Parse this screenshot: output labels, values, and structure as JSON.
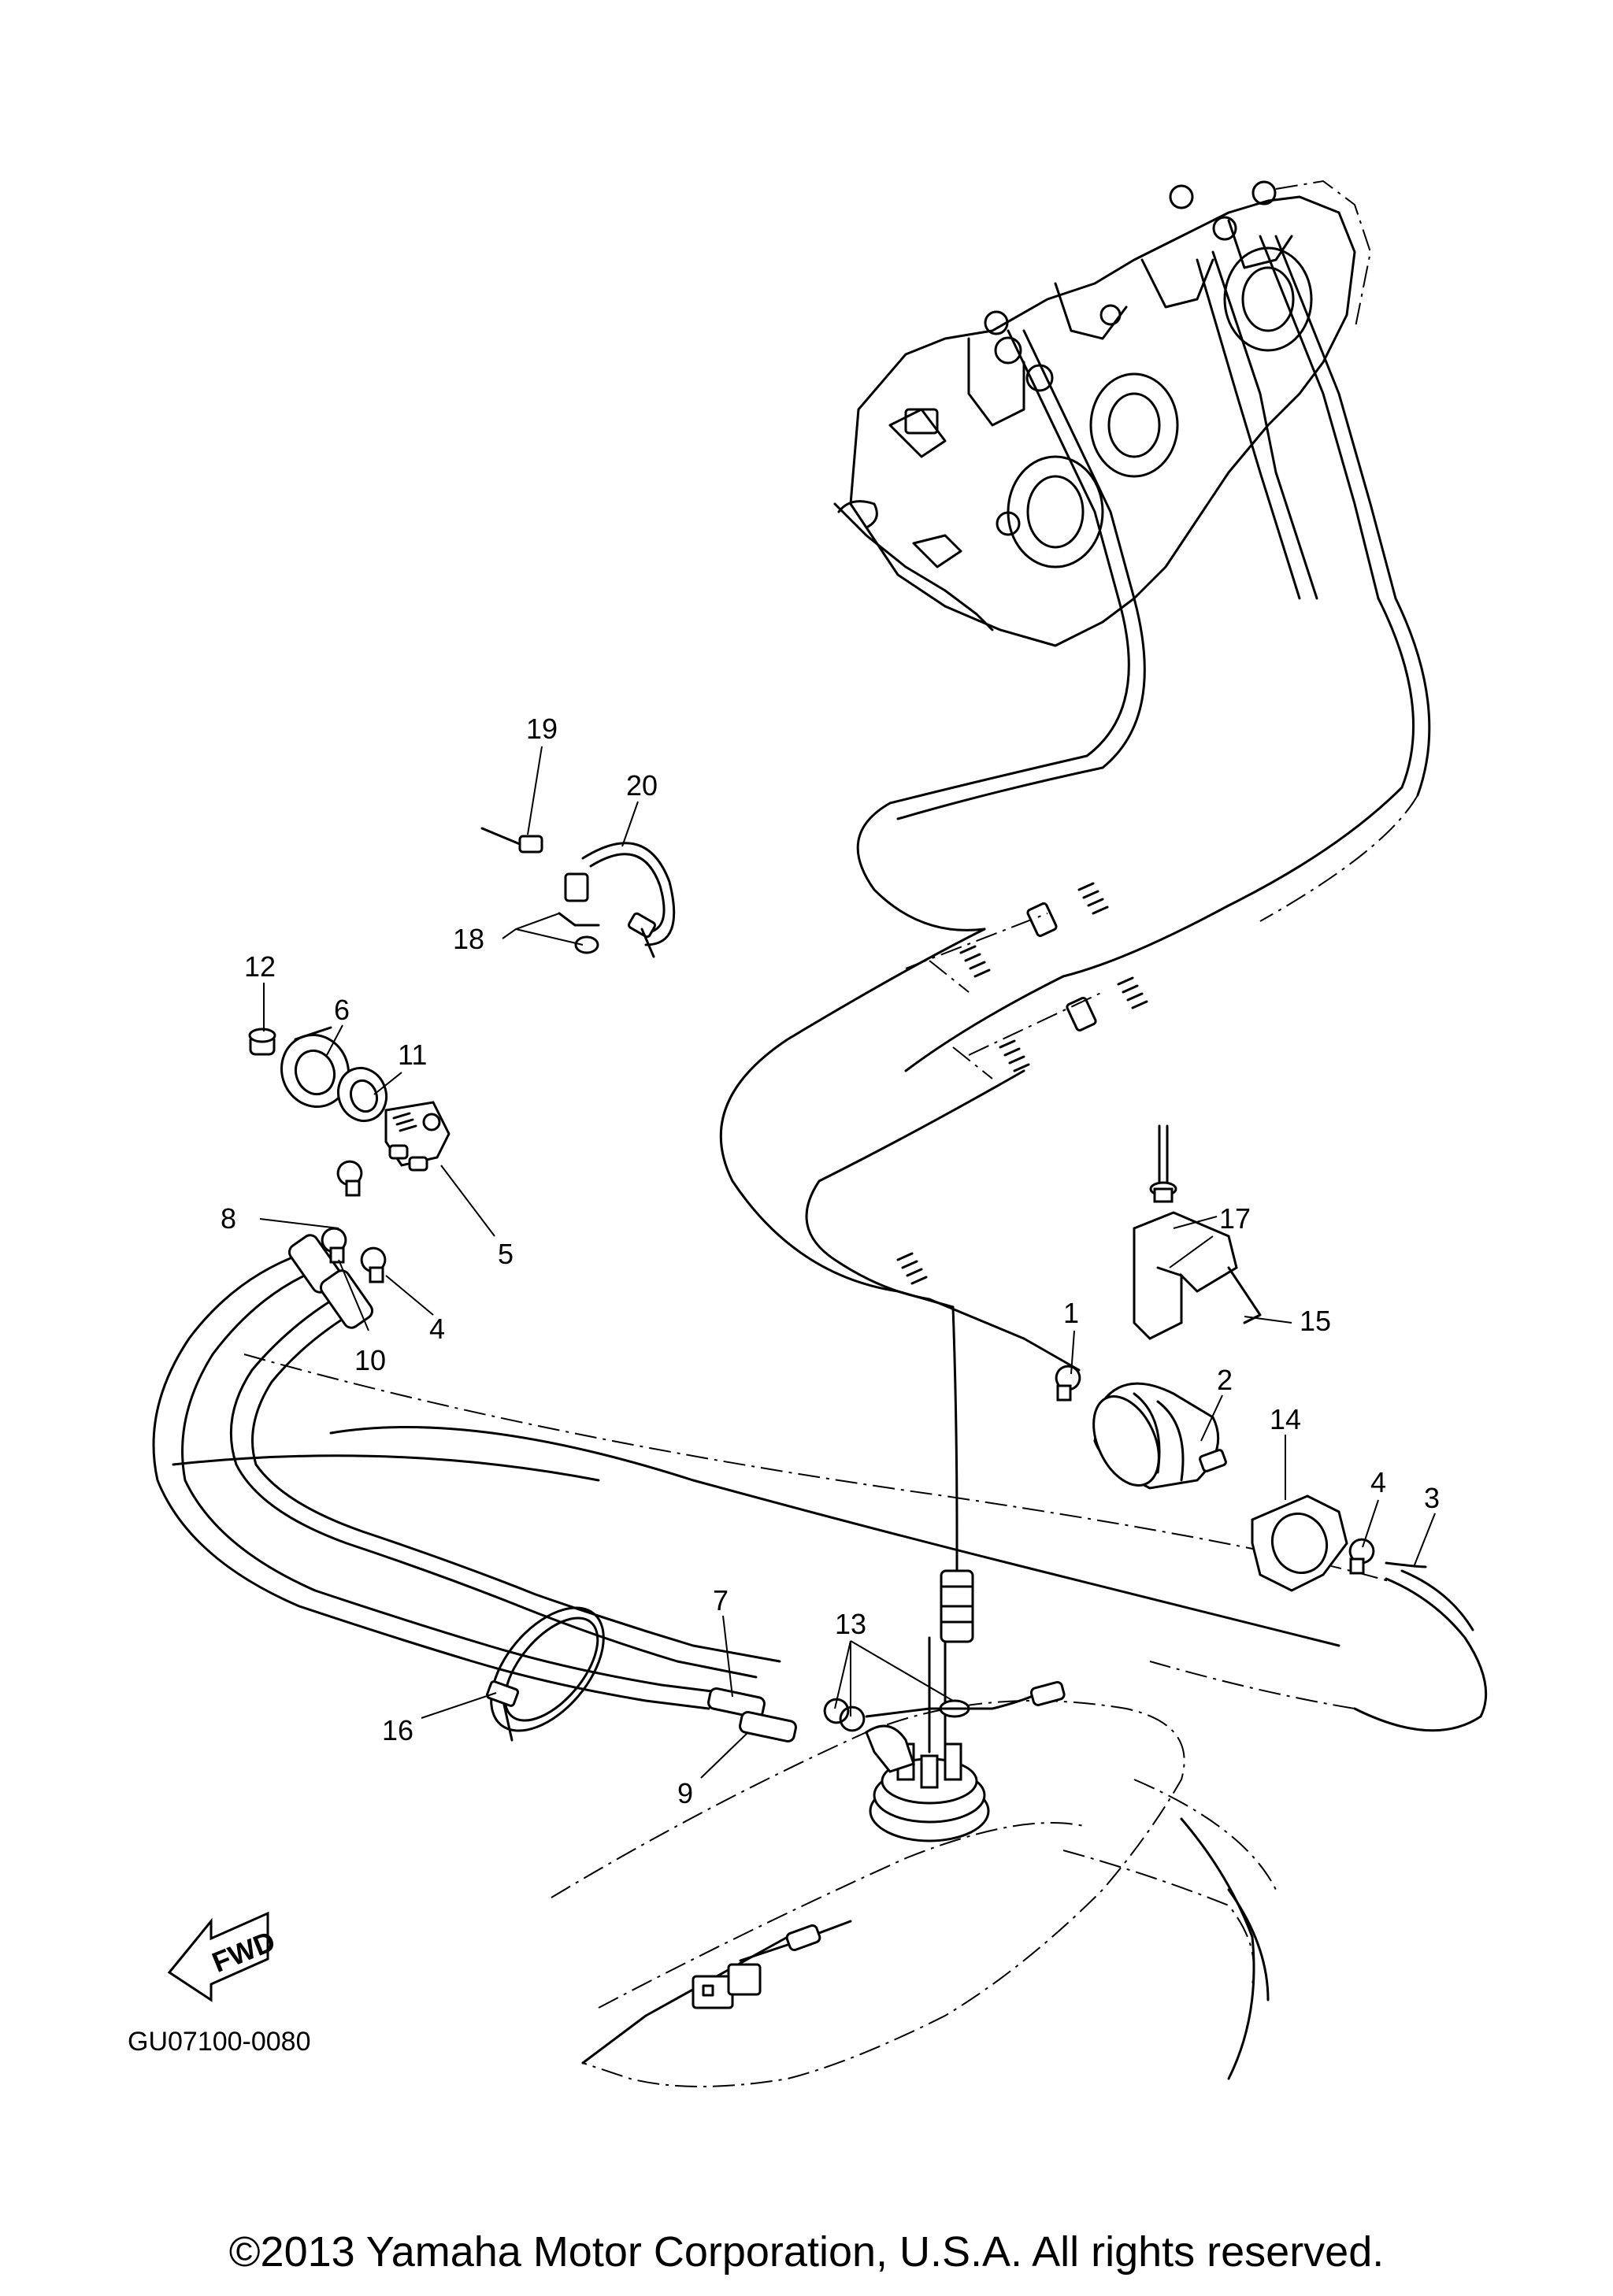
{
  "callouts": [
    "1",
    "2",
    "3",
    "4",
    "4",
    "5",
    "6",
    "7",
    "8",
    "9",
    "10",
    "11",
    "12",
    "13",
    "14",
    "15",
    "16",
    "17",
    "18",
    "19",
    "20"
  ],
  "fwd_label": "FWD",
  "diagram_code": "GU07100-0080",
  "copyright": "©2013 Yamaha Motor Corporation, U.S.A. All rights reserved."
}
